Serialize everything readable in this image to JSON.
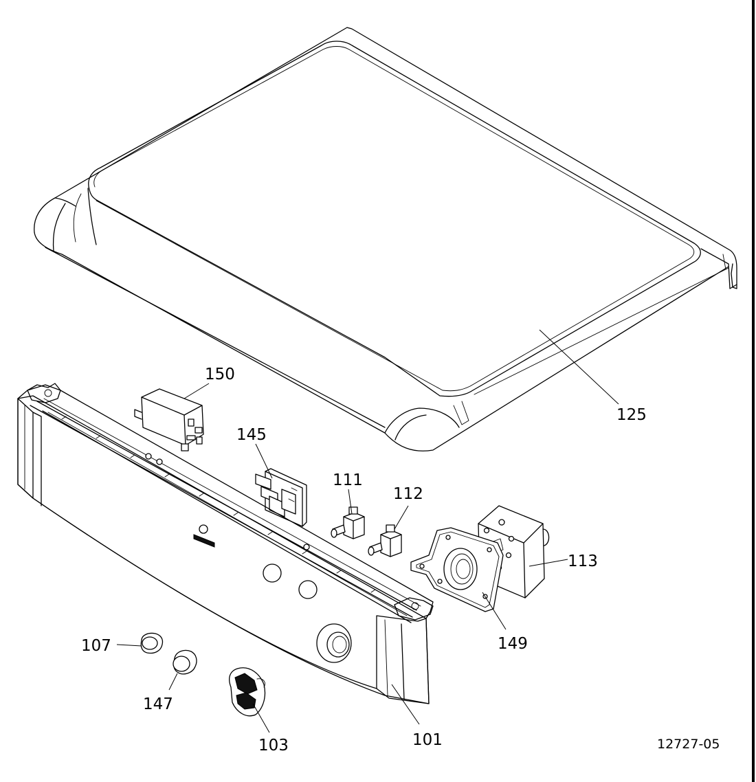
{
  "diagram": {
    "reference_code": "12727-05",
    "parts": [
      {
        "id": "lid",
        "label": "125"
      },
      {
        "id": "relay",
        "label": "150"
      },
      {
        "id": "board",
        "label": "145"
      },
      {
        "id": "switch-1",
        "label": "111"
      },
      {
        "id": "switch-2",
        "label": "112"
      },
      {
        "id": "timer",
        "label": "113"
      },
      {
        "id": "gasket",
        "label": "149"
      },
      {
        "id": "button-1",
        "label": "107"
      },
      {
        "id": "button-2",
        "label": "147"
      },
      {
        "id": "knob",
        "label": "103"
      },
      {
        "id": "control-panel",
        "label": "101"
      }
    ]
  }
}
